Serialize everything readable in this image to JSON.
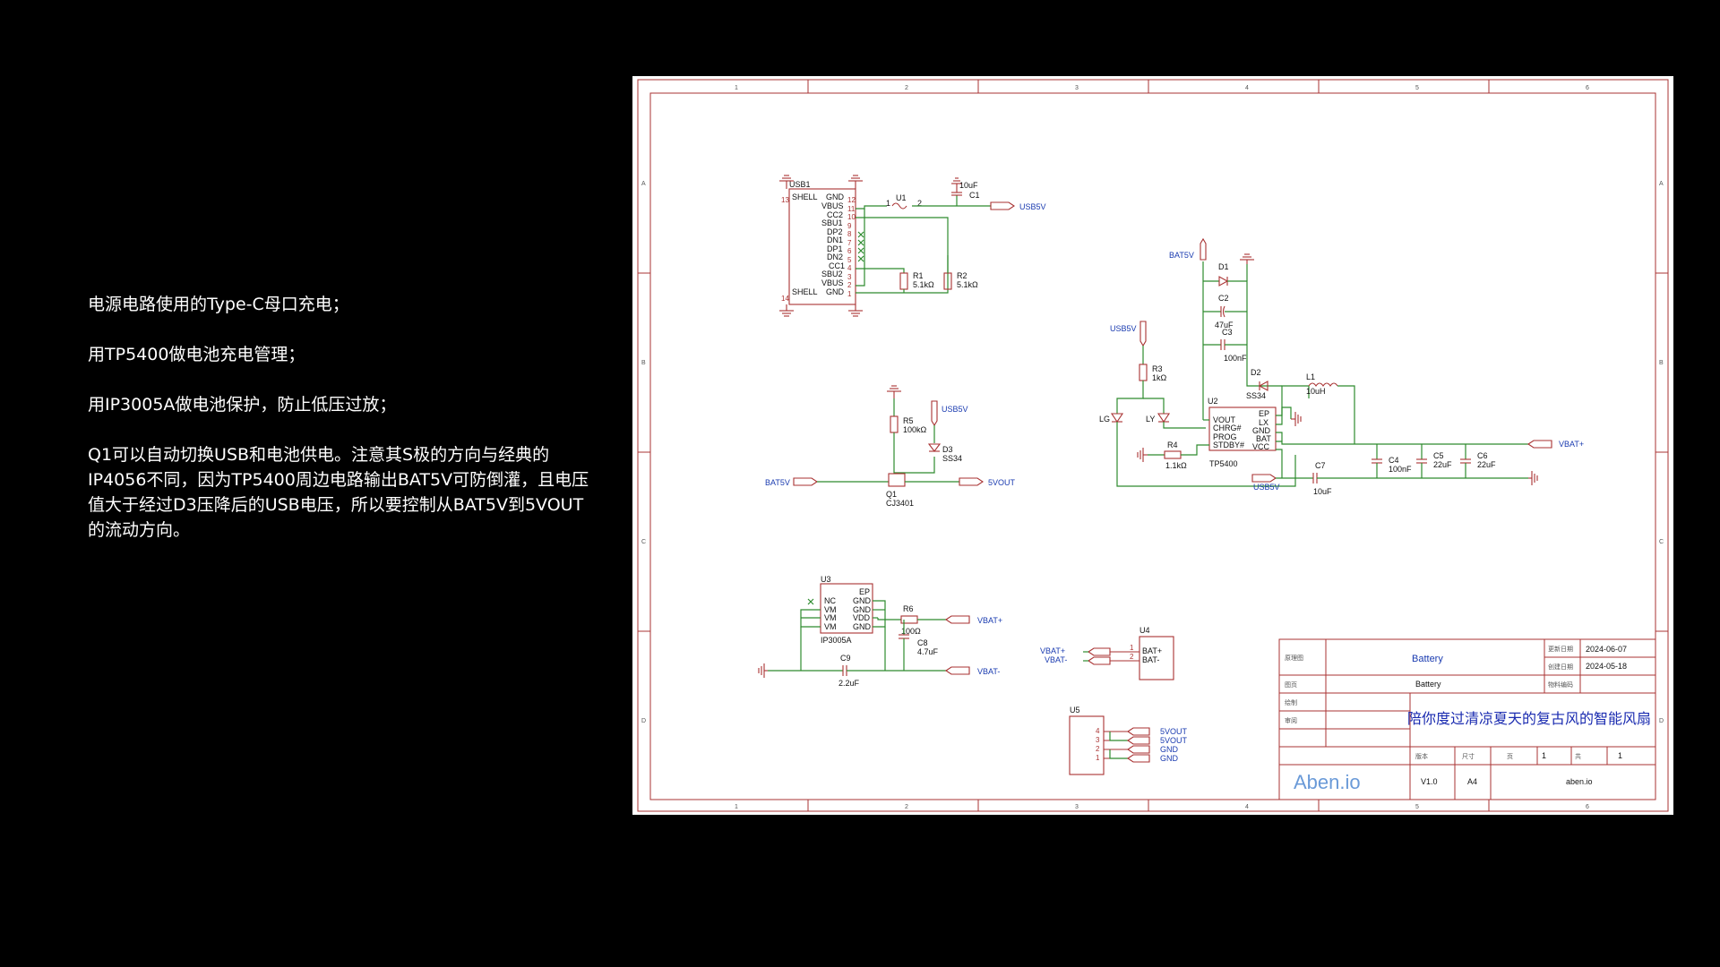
{
  "notes": [
    "电源电路使用的Type-C母口充电；",
    "用TP5400做电池充电管理；",
    "用IP3005A做电池保护，防止低压过放；",
    "Q1可以自动切换USB和电池供电。注意其S极的方向与经典的IP4056不同，因为TP5400周边电路输出BAT5V可防倒灌，且电压值大于经过D3压降后的USB电压，所以要控制从BAT5V到5VOUT的流动方向。"
  ],
  "frame": {
    "columns": [
      "1",
      "2",
      "3",
      "4",
      "5",
      "6"
    ],
    "rows": [
      "A",
      "B",
      "C",
      "D"
    ]
  },
  "usb1": {
    "ref": "USB1",
    "left_pins": [
      "SHELL",
      "VBUS",
      "CC2",
      "SBU1",
      "DP2",
      "DN1",
      "DP1",
      "DN2",
      "CC1",
      "SBU2",
      "VBUS",
      "SHELL"
    ],
    "right_pins": [
      "GND",
      "",
      "",
      "",
      "",
      "",
      "",
      "",
      "",
      "",
      "",
      "GND"
    ],
    "pin_nums": [
      "12",
      "11",
      "10",
      "9",
      "8",
      "7",
      "6",
      "5",
      "4",
      "3",
      "2",
      "1"
    ],
    "shell_nums": [
      "13",
      "14"
    ]
  },
  "u1": {
    "ref": "U1",
    "pin1": "1",
    "pin2": "2"
  },
  "c1": {
    "value": "10uF",
    "ref": "C1"
  },
  "r1": {
    "ref": "R1",
    "value": "5.1kΩ"
  },
  "r2": {
    "ref": "R2",
    "value": "5.1kΩ"
  },
  "nets": {
    "usb5v": "USB5V",
    "bat5v": "BAT5V",
    "vout5": "5VOUT",
    "vbat_p": "VBAT+",
    "vbat_n": "VBAT-",
    "gnd": "GND"
  },
  "q1": {
    "ref": "Q1",
    "part": "CJ3401"
  },
  "r5": {
    "ref": "R5",
    "value": "100kΩ"
  },
  "d3": {
    "ref": "D3",
    "part": "SS34"
  },
  "u2": {
    "ref": "U2",
    "part": "TP5400",
    "left_pins": [
      "VOUT",
      "CHRG#",
      "PROG",
      "STDBY#"
    ],
    "right_pins": [
      "EP",
      "LX",
      "GND",
      "BAT",
      "VCC"
    ]
  },
  "d1": {
    "ref": "D1"
  },
  "c2": {
    "ref": "C2",
    "value": "47uF"
  },
  "c3": {
    "ref": "C3",
    "value": "100nF"
  },
  "d2": {
    "ref": "D2",
    "part": "SS34"
  },
  "l1": {
    "ref": "L1",
    "value": "10uH"
  },
  "r3": {
    "ref": "R3",
    "value": "1kΩ"
  },
  "r4": {
    "ref": "R4",
    "value": "1.1kΩ"
  },
  "leds": [
    "LG",
    "LY"
  ],
  "c4": {
    "ref": "C4",
    "value": "100nF"
  },
  "c5": {
    "ref": "C5",
    "value": "22uF"
  },
  "c6": {
    "ref": "C6",
    "value": "22uF"
  },
  "c7": {
    "ref": "C7",
    "value": "10uF"
  },
  "u3": {
    "ref": "U3",
    "part": "IP3005A",
    "left_pins": [
      "NC",
      "VM",
      "VM",
      "VM"
    ],
    "right_pins": [
      "EP",
      "GND",
      "GND",
      "VDD",
      "GND"
    ]
  },
  "r6": {
    "ref": "R6",
    "value": "100Ω"
  },
  "c8": {
    "ref": "C8",
    "value": "4.7uF"
  },
  "c9": {
    "ref": "C9",
    "value": "2.2uF"
  },
  "u4": {
    "ref": "U4",
    "pins": [
      "BAT+",
      "BAT-"
    ],
    "nums": [
      "1",
      "2"
    ]
  },
  "u5": {
    "ref": "U5",
    "nums": [
      "4",
      "3",
      "2",
      "1"
    ]
  },
  "title_block": {
    "lbl_schematic": "原理图",
    "schematic": "Battery",
    "lbl_updated": "更新日期",
    "updated": "2024-06-07",
    "lbl_created": "创建日期",
    "created": "2024-05-18",
    "lbl_page": "图页",
    "page": "Battery",
    "lbl_material": "物料编码",
    "lbl_drawn": "绘制",
    "lbl_review": "审阅",
    "project": "陪你度过清凉夏天的复古风的智能风扇",
    "lbl_version": "版本",
    "lbl_size": "尺寸",
    "lbl_sheet": "页",
    "sheet": "1",
    "lbl_total": "共",
    "total": "1",
    "version": "V1.0",
    "size": "A4",
    "website": "aben.io",
    "logo": "Aben.io"
  }
}
